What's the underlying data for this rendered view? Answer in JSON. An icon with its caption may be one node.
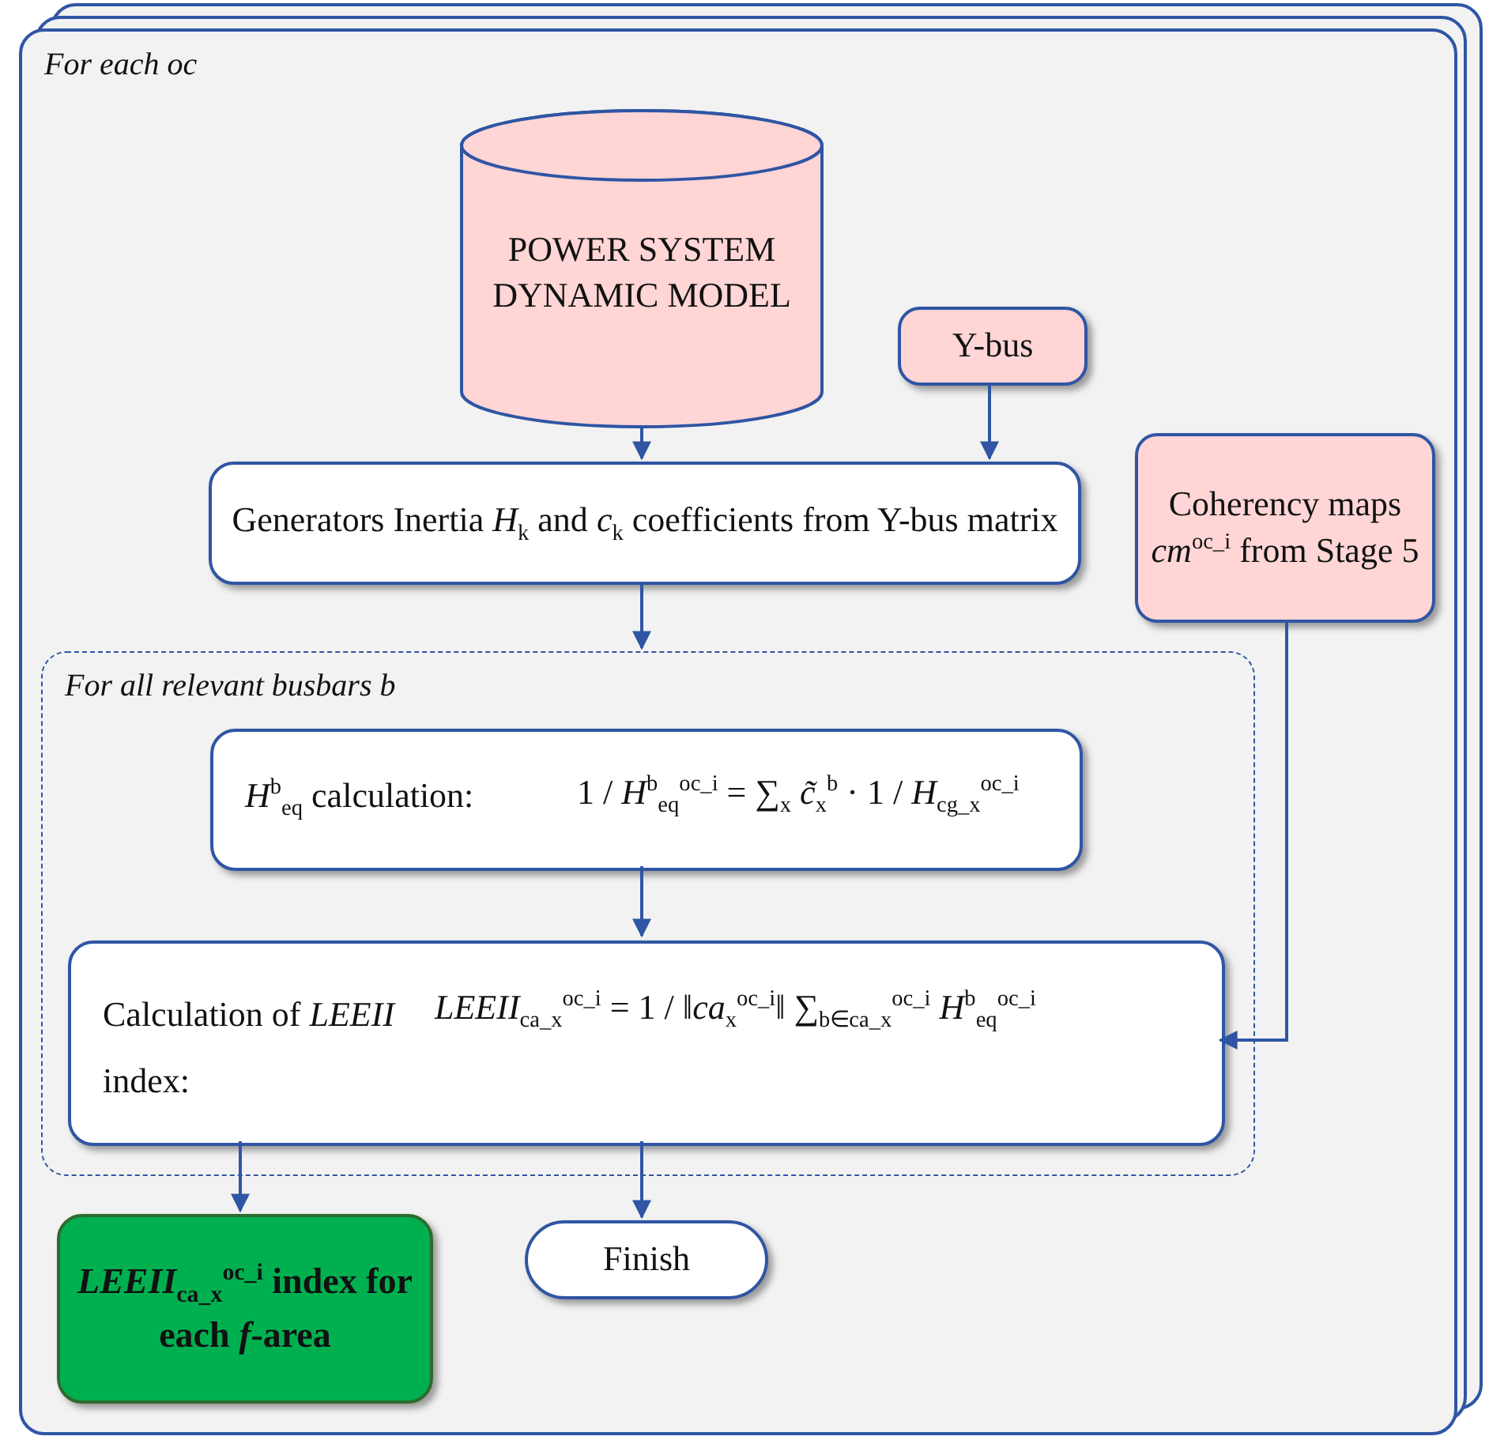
{
  "diagram": {
    "nodes": [
      {
        "text": [
          "For each oc"
        ]
      },
      {
        "text": [
          "POWER SYSTEM DYNAMIC MODEL"
        ],
        "in": 0
      },
      {
        "text": [
          "Y-bus"
        ],
        "in": 0
      },
      {
        "text": [
          "Generators Inertia *H*$_{k}$ and *c*$_{k}$ coefficients from Y-bus matrix"
        ],
        "in": 0
      },
      {
        "text": [
          "Coherency maps *cm*$^{oc_i}$ from Stage 5"
        ],
        "in": 0
      },
      {
        "text": [
          "For all relevant busbars b"
        ],
        "in": 0
      },
      {
        "text": [
          "*H*$^{b}$$_{eq}$ calculation:",
          "1 / *H*$^{b}$$_{eq}$$^{oc_i}$ = ∑$_{x}$ *c̃*$_{x}$$^{b}$ · 1 / *H*$_{cg_x}$$^{oc_i}$"
        ],
        "in": 5
      },
      {
        "text": [
          "Calculation of *LEEII* index:",
          "*LEEII*$_{ca_x}$$^{oc_i}$ = 1 / ‖*ca*$_{x}$$^{oc_i}$‖ ∑$_{b∈ca_x}$$^{oc_i}$ *H*$^{b}$$_{eq}$$^{oc_i}$"
        ],
        "in": 5
      },
      {
        "text": [
          "*LEEII*$_{ca_x}$$^{oc_i}$ index for each *f*-area"
        ],
        "in": 0
      },
      {
        "text": [
          "Finish"
        ],
        "in": 0
      }
    ],
    "edges": [
      {
        "from": 1,
        "to": 3,
        "arrow": "to"
      },
      {
        "from": 2,
        "to": 3,
        "arrow": "to"
      },
      {
        "from": 3,
        "to": 5,
        "arrow": "to"
      },
      {
        "from": 6,
        "to": 7,
        "arrow": "to"
      },
      {
        "from": 4,
        "to": 7,
        "arrow": "to"
      },
      {
        "from": 7,
        "to": 8,
        "arrow": "to"
      },
      {
        "from": 7,
        "to": 9,
        "arrow": "to"
      }
    ]
  }
}
